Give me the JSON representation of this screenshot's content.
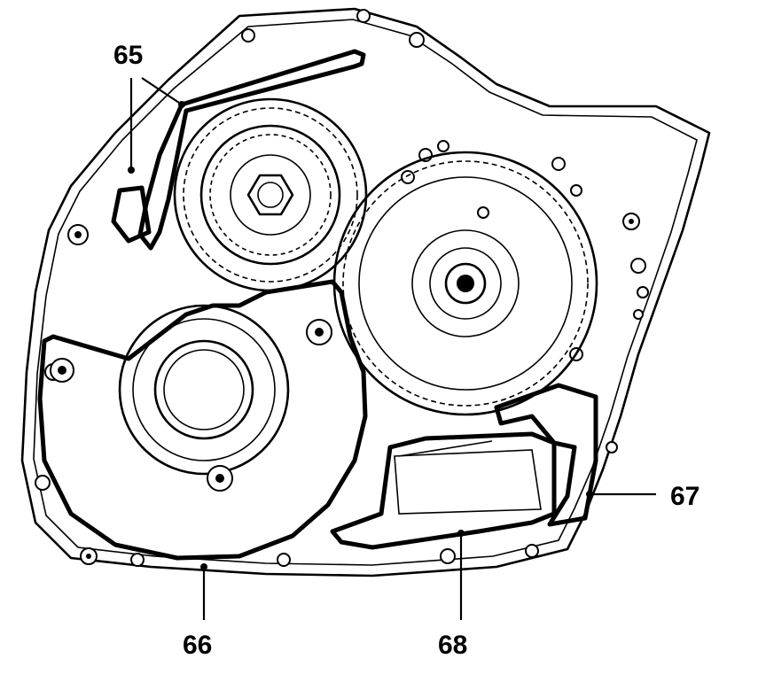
{
  "callouts": [
    {
      "id": "65",
      "label": "65"
    },
    {
      "id": "66",
      "label": "66"
    },
    {
      "id": "67",
      "label": "67"
    },
    {
      "id": "68",
      "label": "68"
    }
  ],
  "colors": {
    "ink": "#000000",
    "paper": "#ffffff"
  }
}
